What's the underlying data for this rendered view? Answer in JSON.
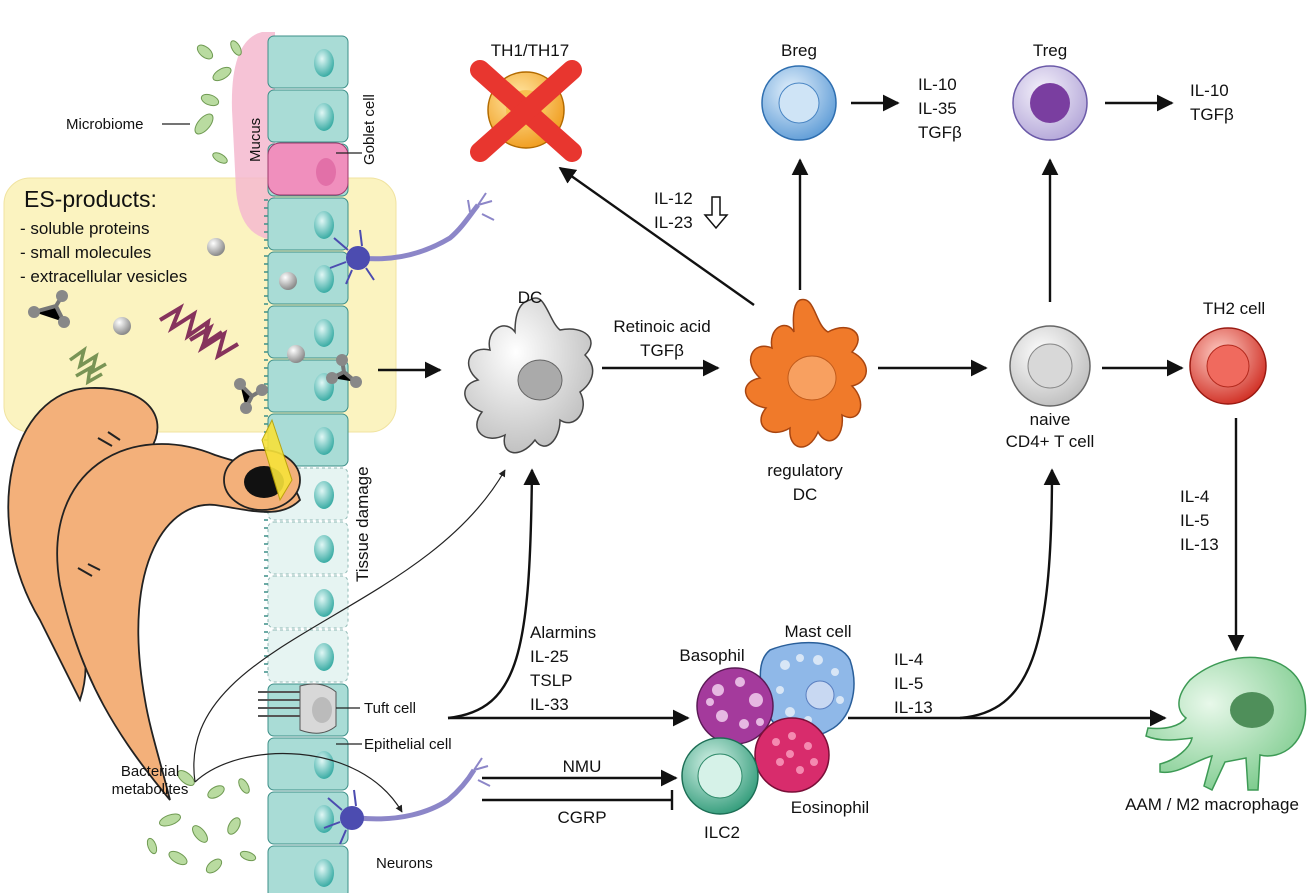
{
  "cells": {
    "th1_th17": "TH1/TH17",
    "breg": "Breg",
    "treg": "Treg",
    "dc": "DC",
    "regulatory_dc_line1": "regulatory",
    "regulatory_dc_line2": "DC",
    "naive_line1": "naive",
    "naive_line2": "CD4+ T cell",
    "th2_cell": "TH2 cell",
    "basophil": "Basophil",
    "mast_cell": "Mast cell",
    "eosinophil": "Eosinophil",
    "ilc2": "ILC2",
    "macrophage": "AAM / M2 macrophage"
  },
  "epithelium": {
    "microbiome": "Microbiome",
    "mucus": "Mucus",
    "goblet_cell": "Goblet cell",
    "tissue_damage": "Tissue damage",
    "tuft_cell": "Tuft cell",
    "epithelial_cell": "Epithelial cell",
    "bacterial_metabolites_line1": "Bacterial",
    "bacterial_metabolites_line2": "metabolites",
    "neurons": "Neurons"
  },
  "es_products": {
    "title": "ES-products:",
    "items": [
      "- soluble proteins",
      "- small molecules",
      "- extracellular vesicles"
    ]
  },
  "signals": {
    "breg_out": [
      "IL-10",
      "IL-35",
      "TGFβ"
    ],
    "treg_out": [
      "IL-10",
      "TGFβ"
    ],
    "il12_il23": [
      "IL-12",
      "IL-23"
    ],
    "dc_to_regdc": [
      "Retinoic acid",
      "TGFβ"
    ],
    "alarmins": [
      "Alarmins",
      "IL-25",
      "TSLP",
      "IL-33"
    ],
    "granulocyte_out": [
      "IL-4",
      "IL-5",
      "IL-13"
    ],
    "th2_out": [
      "IL-4",
      "IL-5",
      "IL-13"
    ],
    "nmu": "NMU",
    "cgrp": "CGRP"
  },
  "colors": {
    "es_box": "#fbf3c0",
    "mucus": "#f4b8cf",
    "epithelium": "#9fd6d1",
    "worm": "#f3b07a",
    "dc": "#c9c9c9",
    "reg_dc": "#f07a2a",
    "breg": "#7fb2e0",
    "treg": "#c9bfe3",
    "th2": "#e0463a",
    "th1_th17": "#f6b52c",
    "cross": "#e8362f",
    "macrophage": "#9fdcab",
    "ilc2": "#3fae8c",
    "basophil": "#a43a9c",
    "mast": "#8fb8e8",
    "eosinophil": "#d82c6c"
  }
}
